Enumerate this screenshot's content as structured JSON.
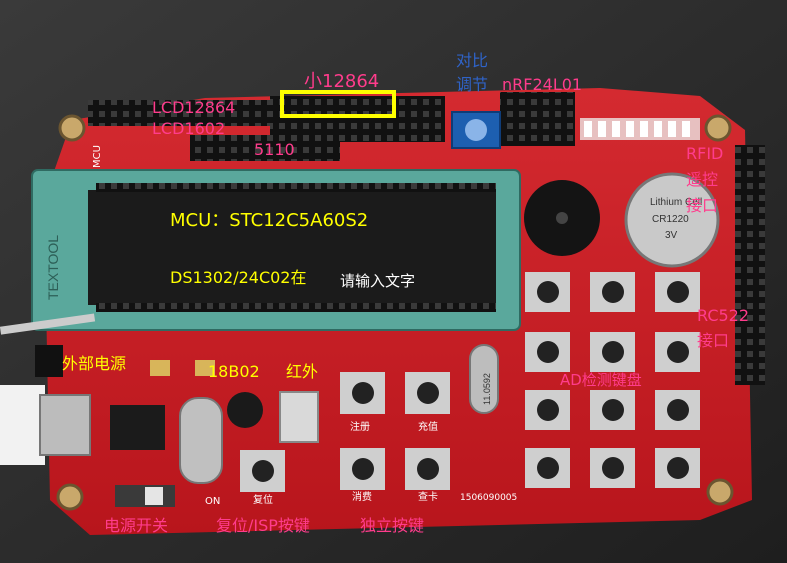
{
  "labels": {
    "small12864": "小12864",
    "contrast_line1": "对比",
    "contrast_line2": "调节",
    "nrf": "nRF24L01",
    "lcd12864": "LCD12864",
    "lcd1602": "LCD1602",
    "n5110": "5110",
    "rfid1": "RFID",
    "rfid2": "遥控",
    "rfid3": "接口",
    "mcu": "MCU：STC12C5A60S2",
    "ds": "DS1302/24C02在",
    "ds_overlap": "请输入文字",
    "external_power": "外部电源",
    "ds18b02": "18B02",
    "infrared": "红外",
    "rc522_1": "RC522",
    "rc522_2": "接口",
    "ad_keyboard": "AD检测键盘",
    "power_switch": "电源开关",
    "reset_isp": "复位/ISP按键",
    "independent_keys": "独立按键"
  },
  "board_text": {
    "socket_brand": "TEXTOOL",
    "mcu_silk": "MCU",
    "on": "ON",
    "serial": "1506090005",
    "crystal": "11.0592",
    "battery1": "Lithium Cell",
    "battery2": "CR1220",
    "battery3": "3V",
    "key_a": "注册",
    "key_b": "充值",
    "key_c": "复位",
    "key_d": "消费",
    "key_e": "查卡"
  },
  "colors": {
    "pcb": "#c61a22",
    "label_white": "#ffffff",
    "label_pink": "#ff3c8c",
    "label_blue": "#2f63c8",
    "label_yellow": "#ffff00",
    "highlight_box": "#ffff00"
  }
}
